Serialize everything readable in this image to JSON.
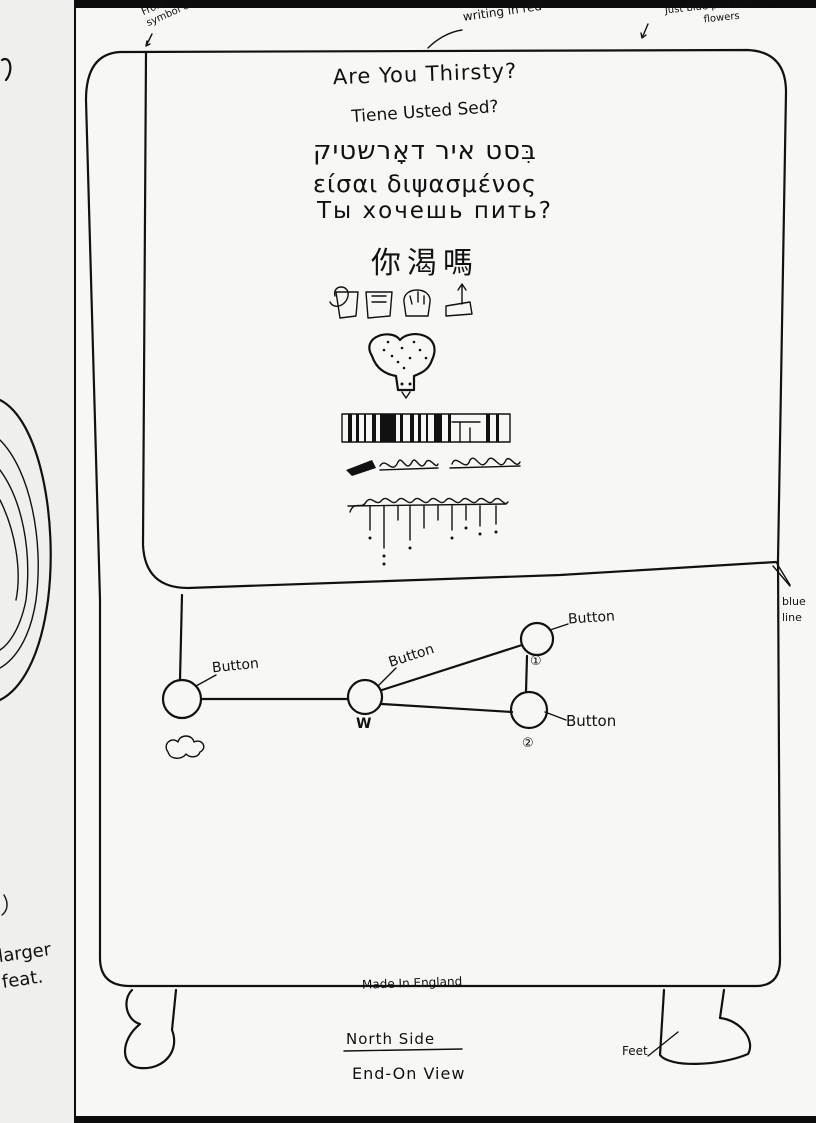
{
  "annotations": {
    "starburst_note": "From the starburst symbol on the top",
    "writing_note": "writing in red",
    "porcelain_note": "Just blue porcelain, no flowers",
    "blue_line_note": "blue line",
    "feet_note": "Feet",
    "left_page_fragment": "larger feat."
  },
  "greetings": [
    "Are You Thirsty?",
    "Tiene Usted Sed?",
    "בִּסט איר דאָרשטיק",
    "είσαι διψασμένος",
    "Ты хочешь пить?",
    "你渴嗎"
  ],
  "buttons": {
    "left": "Button",
    "middle": "Button",
    "top_right": "Button",
    "bottom_right": "Button",
    "middle_marker": "W",
    "top_right_marker": "①",
    "bottom_right_marker": "②"
  },
  "footer": {
    "maker": "Made In England",
    "side": "North Side",
    "view": "End-On View"
  },
  "icon_names": [
    "pictogram-icon",
    "fountain-icon",
    "barcode-icon",
    "scribble-icon",
    "dripping-script-icon",
    "cloud-symbol-icon"
  ]
}
